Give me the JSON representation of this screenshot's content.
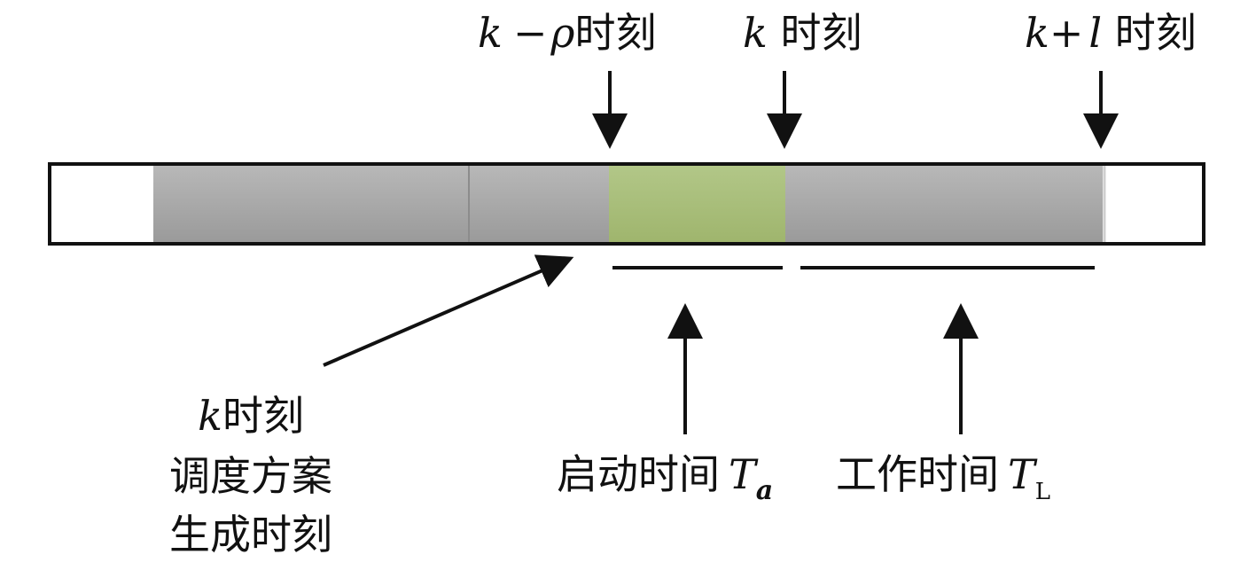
{
  "timeline": {
    "colors": {
      "outline": "#111111",
      "gray": "#a6a6a6",
      "green": "#a9bf7a",
      "segment_divider": "#8c8c8c"
    }
  },
  "labels": {
    "k_minus_rho": {
      "var": "k",
      "op": "−",
      "rho": "ρ",
      "suffix": "时刻"
    },
    "k": {
      "var": "k",
      "suffix": " 时刻"
    },
    "k_plus_l": {
      "var": "k",
      "op": "+",
      "l": "l",
      "suffix": " 时刻"
    },
    "schedule": {
      "line1_var": "k",
      "line1_suffix": "时刻",
      "line2": "调度方案",
      "line3": "生成时刻"
    },
    "startup": {
      "text": "启动时间",
      "T": "T",
      "sub": "a"
    },
    "work": {
      "text": "工作时间",
      "T": "T",
      "sub": "L"
    }
  }
}
